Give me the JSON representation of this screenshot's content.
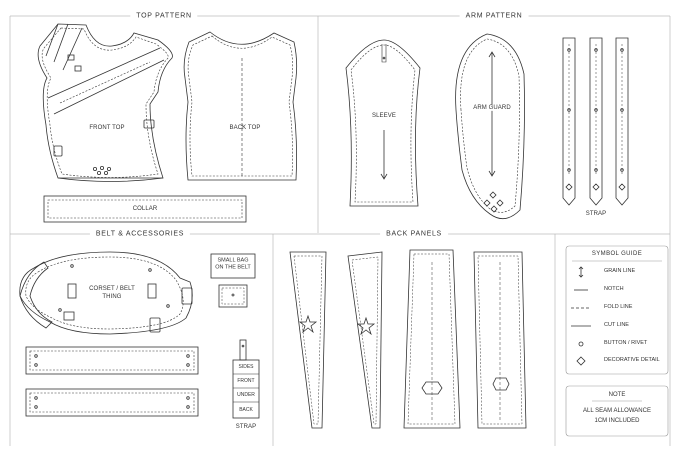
{
  "sections": {
    "top_pattern": "TOP PATTERN",
    "arm_pattern": "ARM PATTERN",
    "belt_accessories": "BELT & ACCESSORIES",
    "back_panels": "BACK PANELS"
  },
  "pieces": {
    "front_top": "FRONT TOP",
    "back_top": "BACK TOP",
    "collar": "COLLAR",
    "sleeve": "SLEEVE",
    "arm_guard": "ARM GUARD",
    "arm_strap": "STRAP",
    "corset_line1": "CORSET / BELT",
    "corset_line2": "THING",
    "small_bag_line1": "SMALL BAG",
    "small_bag_line2": "ON THE BELT",
    "strap_sides": "SIDES",
    "strap_front": "FRONT",
    "strap_under": "UNDER",
    "strap_back": "BACK",
    "belt_strap": "STRAP"
  },
  "legend": {
    "title": "SYMBOL GUIDE",
    "items": [
      {
        "label": "GRAIN LINE",
        "icon": "grain-line-icon"
      },
      {
        "label": "NOTCH",
        "icon": "notch-icon"
      },
      {
        "label": "FOLD LINE",
        "icon": "fold-line-icon"
      },
      {
        "label": "CUT LINE",
        "icon": "cut-line-icon"
      },
      {
        "label": "BUTTON / RIVET",
        "icon": "button-rivet-icon"
      },
      {
        "label": "DECORATIVE DETAIL",
        "icon": "decorative-detail-icon"
      }
    ]
  },
  "note": {
    "title": "NOTE",
    "line1": "ALL SEAM ALLOWANCE",
    "line2": "1CM INCLUDED"
  },
  "colors": {
    "line": "#333333",
    "frame": "#bbbbbb",
    "background": "#ffffff"
  }
}
